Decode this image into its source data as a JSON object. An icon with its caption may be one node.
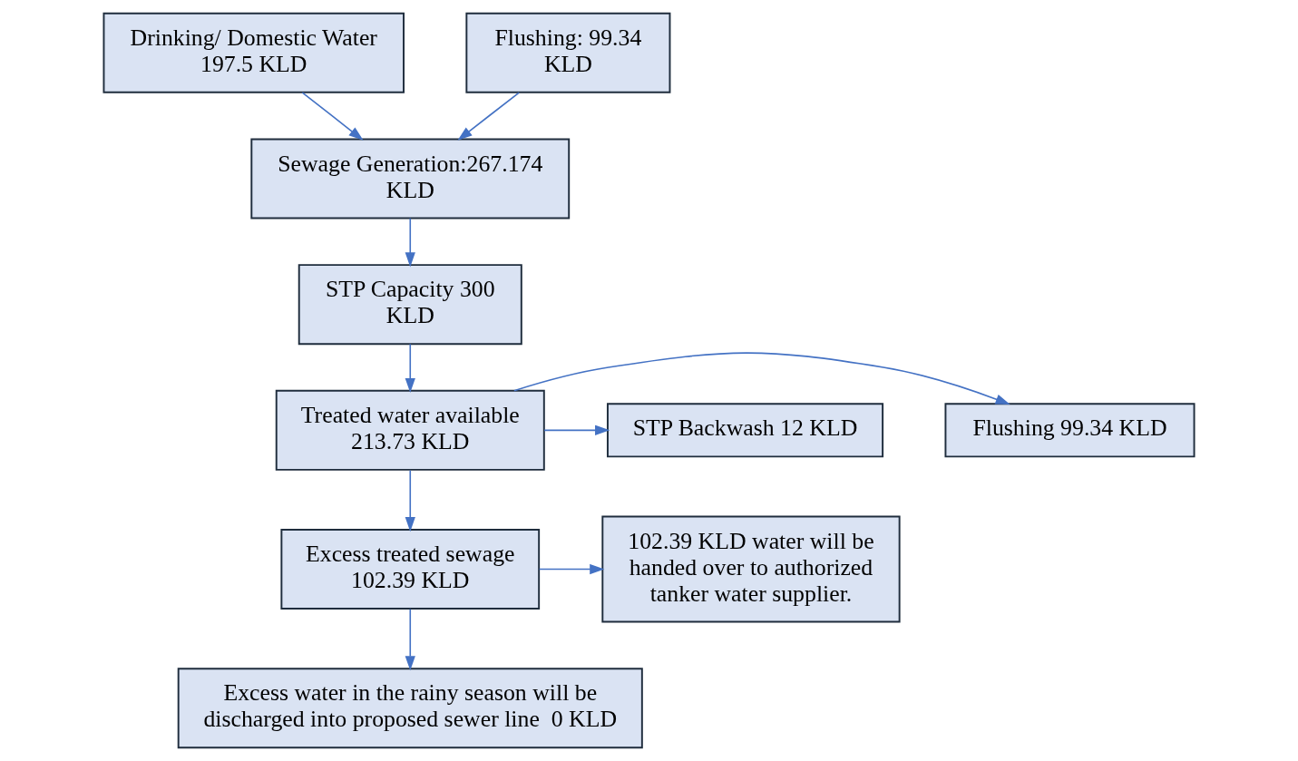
{
  "diagram": {
    "nodes": [
      {
        "text": [
          "Drinking/ Domestic Water 197.5 KLD"
        ]
      },
      {
        "text": [
          "Flushing: 99.34 KLD"
        ]
      },
      {
        "text": [
          "Sewage Generation:267.174 KLD"
        ]
      },
      {
        "text": [
          "STP Capacity 300 KLD"
        ]
      },
      {
        "text": [
          "Treated water available 213.73 KLD"
        ]
      },
      {
        "text": [
          "Flushing 99.34 KLD"
        ]
      },
      {
        "text": [
          "STP Backwash 12 KLD"
        ]
      },
      {
        "text": [
          "Excess treated sewage 102.39 KLD"
        ]
      },
      {
        "text": [
          "102.39 KLD water will be handed over to authorized tanker water supplier."
        ]
      },
      {
        "text": [
          "Excess water in the rainy season will be discharged into proposed sewer line  0 KLD"
        ]
      }
    ],
    "edges": [
      {
        "from": 0,
        "to": 2,
        "arrow": "to"
      },
      {
        "from": 1,
        "to": 2,
        "arrow": "to"
      },
      {
        "from": 2,
        "to": 3,
        "arrow": "to"
      },
      {
        "from": 3,
        "to": 4,
        "arrow": "to"
      },
      {
        "from": 4,
        "to": 5,
        "arrow": "to"
      },
      {
        "from": 4,
        "to": 6,
        "arrow": "to"
      },
      {
        "from": 4,
        "to": 7,
        "arrow": "to"
      },
      {
        "from": 7,
        "to": 8,
        "arrow": "to"
      },
      {
        "from": 7,
        "to": 9,
        "arrow": "to"
      }
    ]
  }
}
